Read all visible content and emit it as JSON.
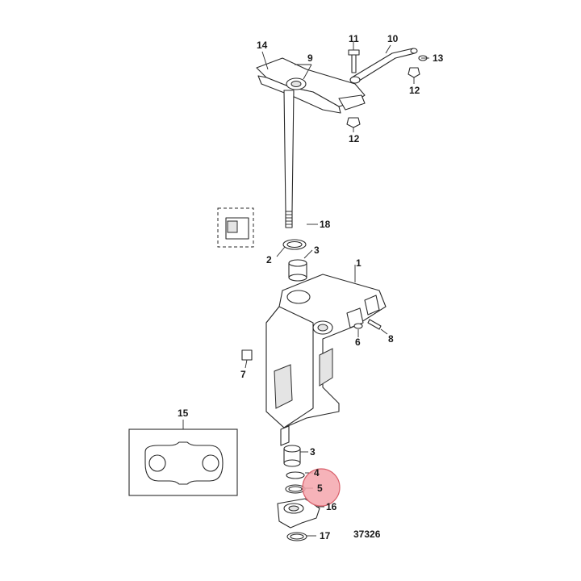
{
  "diagram": {
    "figure_number": "37326",
    "highlight_color": "#f4a6ad",
    "highlight_stroke": "#d9606b",
    "callouts": [
      "1",
      "2",
      "3",
      "3",
      "4",
      "5",
      "6",
      "7",
      "8",
      "9",
      "10",
      "11",
      "12",
      "12",
      "13",
      "14",
      "15",
      "16",
      "17",
      "18"
    ],
    "highlighted_callout": "5"
  }
}
